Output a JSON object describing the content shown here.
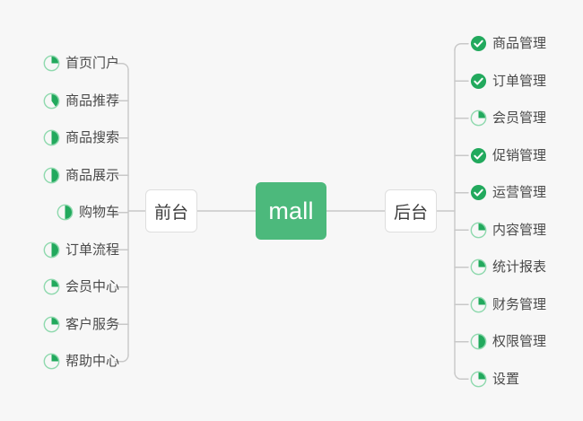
{
  "diagram": {
    "type": "mindmap",
    "title": "mall",
    "background_color": "#f7f7f7",
    "accent_color": "#4cb97c",
    "done_color": "#22a95d",
    "pie_track_color": "#8fd9ae",
    "pie_fill_color": "#22a95d",
    "line_color": "#c8c8c8",
    "text_color": "#4a4a4a"
  },
  "root": {
    "label": "mall"
  },
  "branches": [
    {
      "id": "front",
      "label": "前台"
    },
    {
      "id": "back",
      "label": "后台"
    }
  ],
  "front_items": [
    {
      "label": "首页门户",
      "status": "partial",
      "progress": 25
    },
    {
      "label": "商品推荐",
      "status": "partial",
      "progress": 40
    },
    {
      "label": "商品搜索",
      "status": "partial",
      "progress": 50
    },
    {
      "label": "商品展示",
      "status": "partial",
      "progress": 50
    },
    {
      "label": "购物车",
      "status": "partial",
      "progress": 50
    },
    {
      "label": "订单流程",
      "status": "partial",
      "progress": 50
    },
    {
      "label": "会员中心",
      "status": "partial",
      "progress": 25
    },
    {
      "label": "客户服务",
      "status": "partial",
      "progress": 25
    },
    {
      "label": "帮助中心",
      "status": "partial",
      "progress": 25
    }
  ],
  "back_items": [
    {
      "label": "商品管理",
      "status": "done",
      "progress": 100
    },
    {
      "label": "订单管理",
      "status": "done",
      "progress": 100
    },
    {
      "label": "会员管理",
      "status": "partial",
      "progress": 25
    },
    {
      "label": "促销管理",
      "status": "done",
      "progress": 100
    },
    {
      "label": "运营管理",
      "status": "done",
      "progress": 100
    },
    {
      "label": "内容管理",
      "status": "partial",
      "progress": 25
    },
    {
      "label": "统计报表",
      "status": "partial",
      "progress": 25
    },
    {
      "label": "财务管理",
      "status": "partial",
      "progress": 25
    },
    {
      "label": "权限管理",
      "status": "partial",
      "progress": 50
    },
    {
      "label": "设置",
      "status": "partial",
      "progress": 25
    }
  ]
}
